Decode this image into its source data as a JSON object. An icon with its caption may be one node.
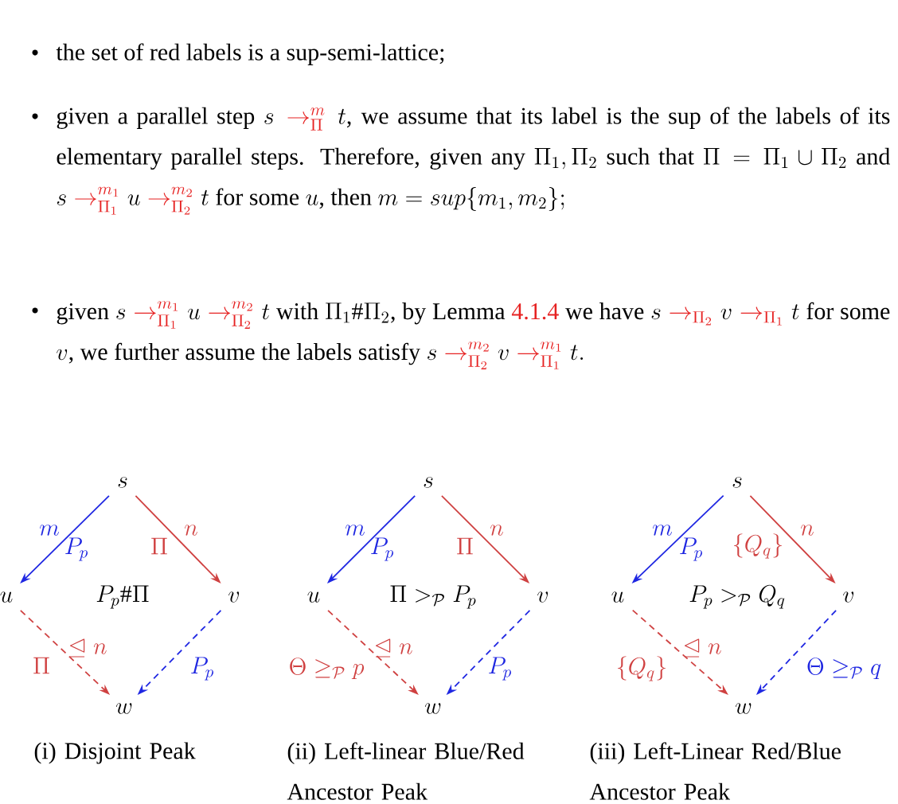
{
  "diagram": {
    "nodes": [
      {
        "text": [
          "s"
        ]
      },
      {
        "text": [
          "u"
        ]
      },
      {
        "text": [
          "v"
        ]
      },
      {
        "text": [
          "w"
        ]
      },
      {
        "text": [
          "s"
        ]
      },
      {
        "text": [
          "u"
        ]
      },
      {
        "text": [
          "v"
        ]
      },
      {
        "text": [
          "w"
        ]
      },
      {
        "text": [
          "s"
        ]
      },
      {
        "text": [
          "u"
        ]
      },
      {
        "text": [
          "v"
        ]
      },
      {
        "text": [
          "w"
        ]
      }
    ],
    "edges": [
      {
        "from": 0,
        "to": 1,
        "arrow": "to",
        "label": "m",
        "color": "#2222dd"
      },
      {
        "from": 0,
        "to": 2,
        "arrow": "to",
        "label": "n",
        "color": "#e62222"
      },
      {
        "from": 1,
        "to": 3,
        "arrow": "to",
        "label": "\\Pi",
        "style": "dashed",
        "color": "#e62222"
      },
      {
        "from": 2,
        "to": 3,
        "arrow": "to",
        "label": "P_p",
        "style": "dashed",
        "color": "#2222dd"
      },
      {
        "from": 4,
        "to": 5,
        "arrow": "to",
        "label": "m",
        "color": "#2222dd"
      },
      {
        "from": 4,
        "to": 6,
        "arrow": "to",
        "label": "n",
        "color": "#e62222"
      },
      {
        "from": 5,
        "to": 7,
        "arrow": "to",
        "label": "\\Theta \\geq_{\\mathcal{P}} p",
        "style": "dashed",
        "color": "#e62222"
      },
      {
        "from": 6,
        "to": 7,
        "arrow": "to",
        "label": "P_p",
        "style": "dashed",
        "color": "#2222dd"
      },
      {
        "from": 8,
        "to": 9,
        "arrow": "to",
        "label": "m",
        "color": "#2222dd"
      },
      {
        "from": 8,
        "to": 10,
        "arrow": "to",
        "label": "n",
        "color": "#e62222"
      },
      {
        "from": 9,
        "to": 11,
        "arrow": "to",
        "label": "\\{Q_q\\}",
        "style": "dashed",
        "color": "#e62222"
      },
      {
        "from": 10,
        "to": 11,
        "arrow": "to",
        "label": "\\Theta \\geq_{\\mathcal{P}} q",
        "style": "dashed",
        "color": "#2222dd"
      }
    ],
    "labels": [
      "the set of red labels is a sup-semi-lattice;",
      "given a parallel step",
      "s \\mathrel{\\color{red}\\to^{m}_{\\Pi}} t",
      ", we assume that its label is the sup of the labels of its elementary parallel steps. Therefore, given any",
      "\\Pi_1, \\Pi_2",
      "such that",
      "\\Pi = \\Pi_1 \\cup \\Pi_2",
      "and",
      "s \\mathrel{\\color{red}\\to^{m_1}_{\\Pi_1}} u \\mathrel{\\color{red}\\to^{m_2}_{\\Pi_2}} t",
      "for some",
      "u",
      ", then",
      "m = sup\\{m_1, m_2\\};",
      "given",
      "s \\mathrel{\\color{red}\\to^{m_1}_{\\Pi_1}} u \\mathrel{\\color{red}\\to^{m_2}_{\\Pi_2}} t",
      "with",
      "\\Pi_1 \\# \\Pi_2",
      ", by Lemma",
      "4.1.4",
      "we have",
      "s \\mathrel{\\color{red}\\to_{\\Pi_2}} v \\mathrel{\\color{red}\\to_{\\Pi_1}} t",
      "for some",
      "v",
      ", we further assume the labels satisfy",
      "s \\mathrel{\\color{red}\\to^{m_2}_{\\Pi_2}} v \\mathrel{\\color{red}\\to^{m_1}_{\\Pi_1}} t.",
      "P_p",
      "\\Pi",
      "P_p \\# \\Pi",
      "\\trianglelefteq n",
      "P_p",
      "\\Pi",
      "\\Pi >_{\\mathcal{P}} P_p",
      "\\trianglelefteq n",
      "P_p",
      "\\{Q_q\\}",
      "P_p >_{\\mathcal{P}} Q_q",
      "\\trianglelefteq n",
      "(i) Disjoint Peak",
      "(ii) Left-linear Blue/Red Ancestor Peak",
      "(iii) Left-Linear Red/Blue Ancestor Peak",
      "•",
      "•",
      "•"
    ]
  }
}
